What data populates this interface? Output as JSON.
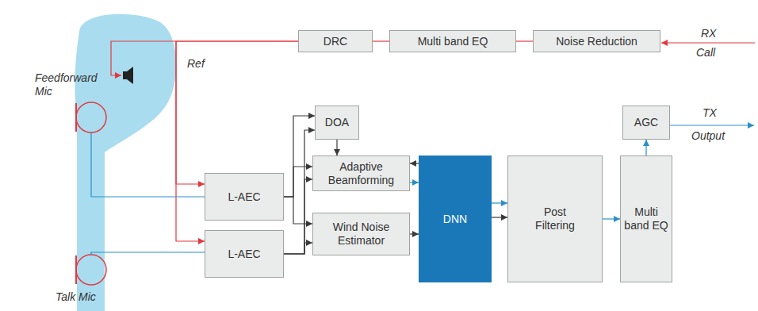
{
  "diagram": {
    "nodes": [
      {
        "text": [
          "DRC"
        ]
      },
      {
        "text": [
          "Multi band EQ"
        ]
      },
      {
        "text": [
          "Noise Reduction"
        ]
      },
      {
        "text": [
          "DOA"
        ]
      },
      {
        "text": [
          "L-AEC"
        ]
      },
      {
        "text": [
          "Adaptive Beamforming"
        ]
      },
      {
        "text": [
          "DNN"
        ]
      },
      {
        "text": [
          "Post Filtering"
        ]
      },
      {
        "text": [
          "AGC"
        ]
      },
      {
        "text": [
          "Multi band EQ"
        ]
      },
      {
        "text": [
          "L-AEC"
        ]
      },
      {
        "text": [
          "Wind Noise Estimator"
        ]
      }
    ],
    "edges": [
      {
        "from": 2,
        "to": 1,
        "arrow": "none"
      },
      {
        "from": 1,
        "to": 0,
        "arrow": "none"
      },
      {
        "from": 0,
        "to": 4,
        "arrow": "to"
      },
      {
        "from": 0,
        "to": 10,
        "arrow": "to"
      },
      {
        "from": 4,
        "to": 3,
        "arrow": "to"
      },
      {
        "from": 4,
        "to": 5,
        "arrow": "to"
      },
      {
        "from": 4,
        "to": 11,
        "arrow": "to"
      },
      {
        "from": 10,
        "to": 3,
        "arrow": "to"
      },
      {
        "from": 10,
        "to": 5,
        "arrow": "to"
      },
      {
        "from": 10,
        "to": 11,
        "arrow": "to"
      },
      {
        "from": 3,
        "to": 5,
        "arrow": "to"
      },
      {
        "from": 6,
        "to": 5,
        "arrow": "to"
      },
      {
        "from": 5,
        "to": 6,
        "arrow": "to"
      },
      {
        "from": 11,
        "to": 6,
        "arrow": "to"
      },
      {
        "from": 6,
        "to": 7,
        "arrow": "to"
      },
      {
        "from": 6,
        "to": 7,
        "arrow": "to"
      },
      {
        "from": 7,
        "to": 9,
        "arrow": "to"
      },
      {
        "from": 9,
        "to": 8,
        "arrow": "to"
      }
    ],
    "labels": [
      "Ref",
      "RX",
      "Call",
      "TX",
      "Output",
      "Feedforward Mic",
      "Talk Mic"
    ]
  }
}
